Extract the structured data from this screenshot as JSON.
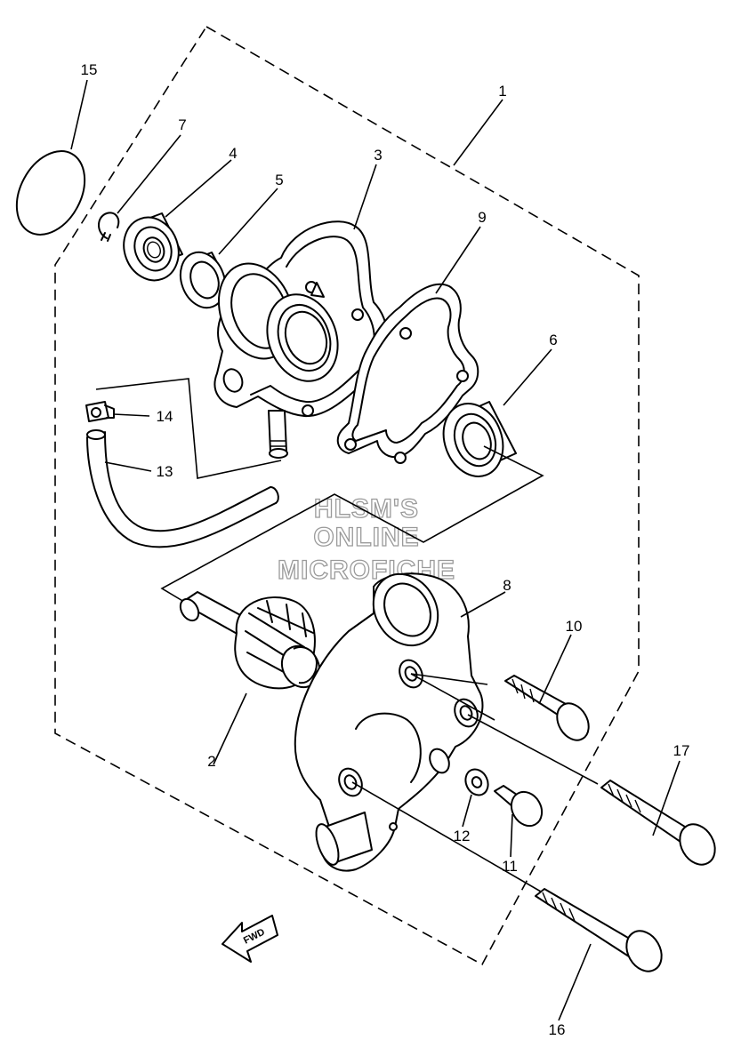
{
  "callouts": [
    "1",
    "2",
    "3",
    "4",
    "5",
    "6",
    "7",
    "8",
    "9",
    "10",
    "11",
    "12",
    "13",
    "14",
    "15",
    "16",
    "17"
  ],
  "watermark": {
    "line1": "HLSM'S",
    "line2": "ONLINE",
    "line3": "MICROFICHE"
  },
  "direction_label": "FWD"
}
